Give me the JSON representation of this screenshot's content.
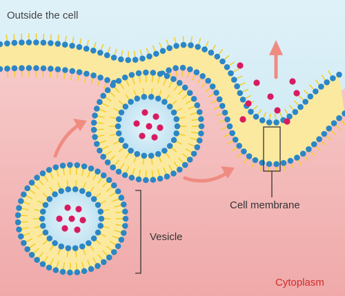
{
  "labels": {
    "outside": "Outside the cell",
    "membrane": "Cell membrane",
    "vesicle": "Vesicle",
    "cytoplasm": "Cytoplasm"
  },
  "colors": {
    "outside_bg": "#cfe9f2",
    "cytoplasm_bg": "#f2b5b5",
    "lipid_head": "#2b86c5",
    "lipid_tail": "#f3cf2b",
    "vesicle_lumen": "#cde9f4",
    "cargo": "#d81b60",
    "arrow": "#ef8c82",
    "text_dark": "#444444",
    "text_cytoplasm": "#d12b2b"
  }
}
